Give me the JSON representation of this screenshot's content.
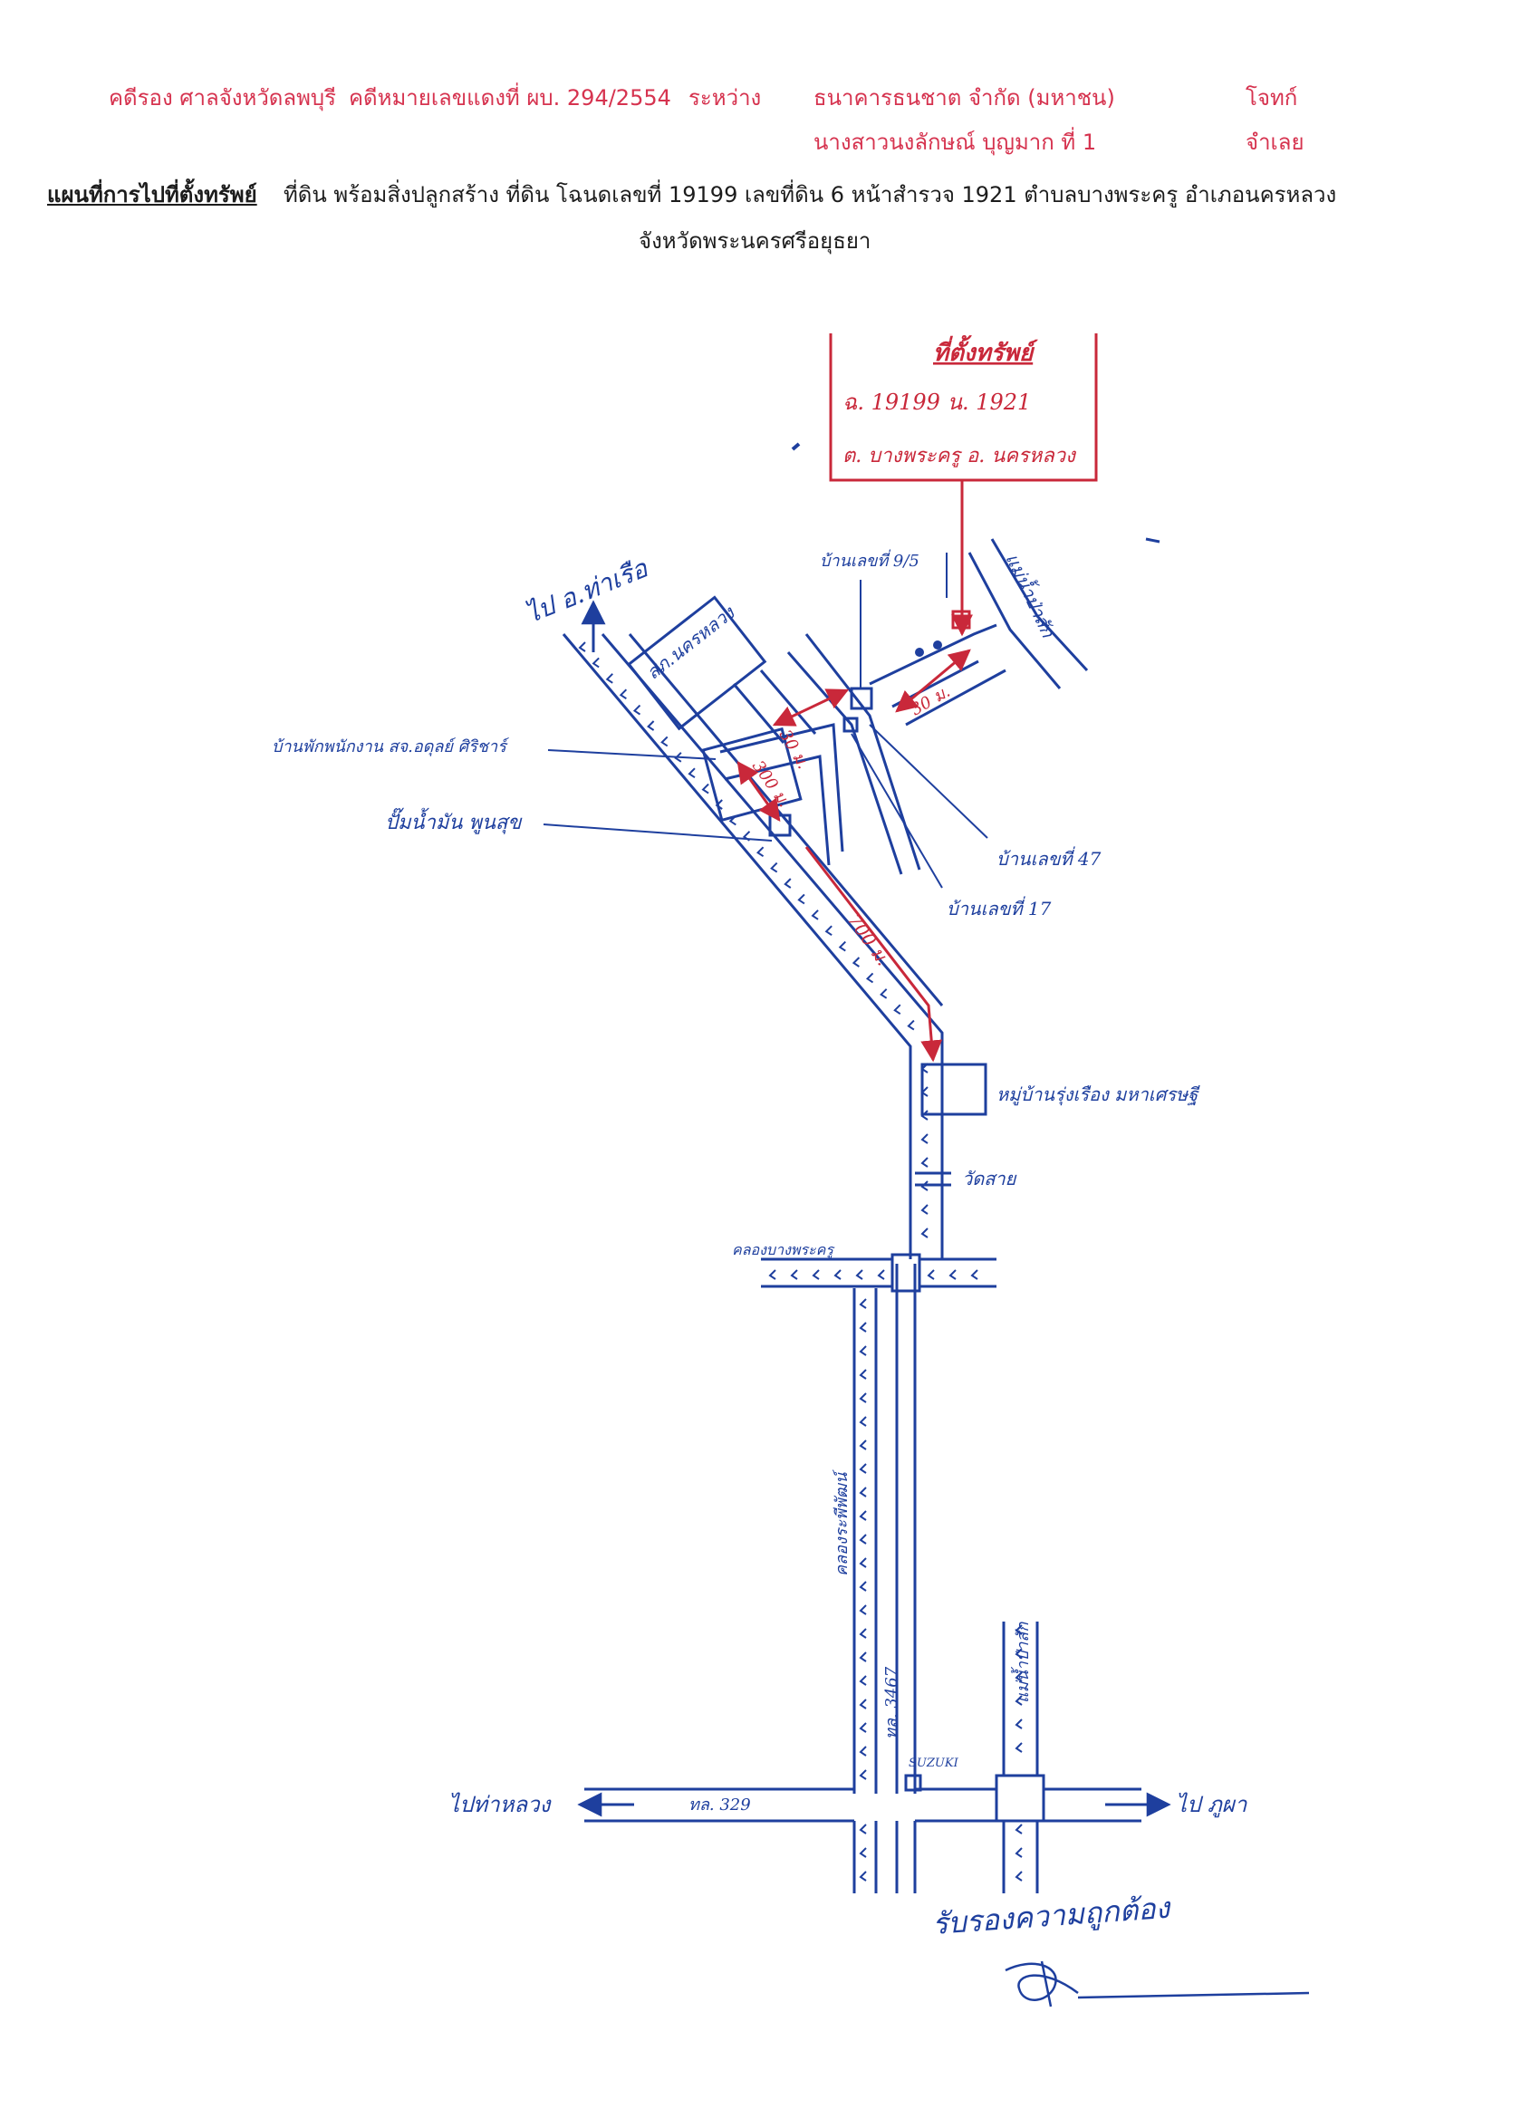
{
  "header": {
    "line1": {
      "case_label": "คดีรอง ศาลจังหวัดลพบุรี",
      "case_number": "คดีหมายเลขแดงที่ ผบ. 294/2554",
      "between": "ระหว่าง",
      "plaintiff": "ธนาคารธนชาต จำกัด (มหาชน)",
      "plaintiff_role": "โจทก์"
    },
    "line2": {
      "defendant": "นางสาวนงลักษณ์ บุญมาก ที่ 1",
      "defendant_role": "จำเลย"
    },
    "map_title": "แผนที่การไปที่ตั้งทรัพย์",
    "description": "ที่ดิน พร้อมสิ่งปลูกสร้าง ที่ดิน โฉนดเลขที่ 19199 เลขที่ดิน 6 หน้าสำรวจ 1921 ตำบลบางพระครู อำเภอนครหลวง",
    "province": "จังหวัดพระนครศรีอยุธยา"
  },
  "map": {
    "property_box": {
      "title": "ที่ตั้งทรัพย์",
      "line1": "ฉ. 19199 น. 1921",
      "line2": "ต. บางพระครู อ. นครหลวง"
    },
    "labels": {
      "to_tha_ruea": "ไป อ.ท่าเรือ",
      "police_station": "สภ.นครหลวง",
      "house_9_5": "บ้านเลขที่ 9/5",
      "river_right": "แม่น้ำป่าสัก",
      "dist_30_a": "30 ม.",
      "dist_30_b": "30 ม.",
      "dist_300": "300 ม.",
      "dist_700": "700 ม.",
      "house_official": "บ้านพักพนักงาน สจ.อดุลย์ ศิริชาร์",
      "shop": "ปั๊มน้ำมัน พูนสุข",
      "house_47": "บ้านเลขที่ 47",
      "house_17": "บ้านเลขที่ 17",
      "village": "หมู่บ้านรุ่งเรือง มหาเศรษฐี",
      "temple": "วัดสาย",
      "canal_bang_phra_khru": "คลองบางพระครู",
      "canal_left": "คลองระพีพัฒน์",
      "road_3467": "ทล. 3467",
      "suzuki": "SUZUKI",
      "river_bottom": "แม่น้ำป่าสัก",
      "to_tha_luang": "ไปท่าหลวง",
      "road_329": "ทล. 329",
      "to_phu_pha": "ไป ภูผา"
    },
    "signature_text": "รับรองความถูกต้อง"
  },
  "colors": {
    "ink_blue": "#1e3f9e",
    "ink_red": "#c9283a",
    "header_red": "#d6334f"
  }
}
